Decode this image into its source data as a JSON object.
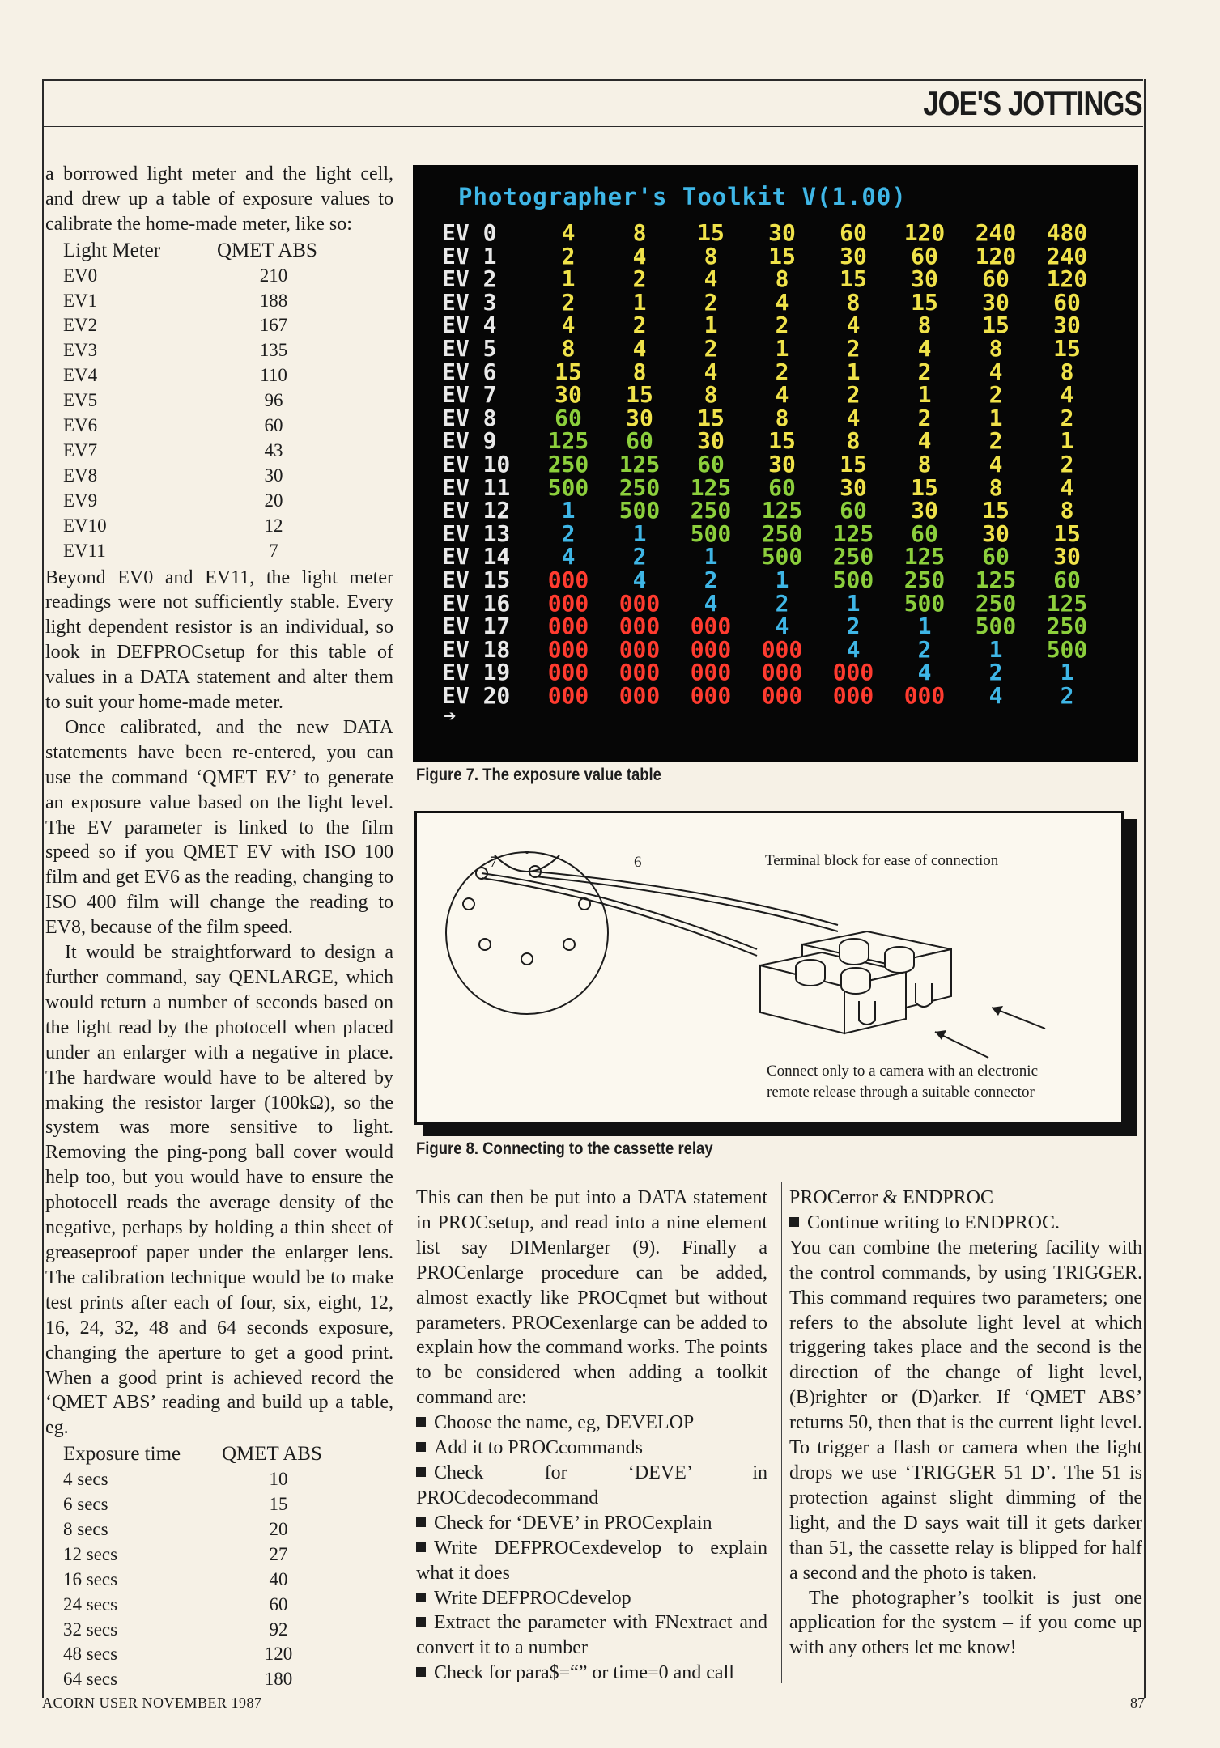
{
  "header": {
    "section_title": "JOE'S JOTTINGS"
  },
  "column1": {
    "intro": "a borrowed light meter and the light cell, and drew up a table of exposure values to calibrate the home-made meter, like so:",
    "calibration_table": {
      "headers": [
        "Light Meter",
        "QMET ABS"
      ],
      "rows": [
        [
          "EV0",
          "210"
        ],
        [
          "EV1",
          "188"
        ],
        [
          "EV2",
          "167"
        ],
        [
          "EV3",
          "135"
        ],
        [
          "EV4",
          "110"
        ],
        [
          "EV5",
          "96"
        ],
        [
          "EV6",
          "60"
        ],
        [
          "EV7",
          "43"
        ],
        [
          "EV8",
          "30"
        ],
        [
          "EV9",
          "20"
        ],
        [
          "EV10",
          "12"
        ],
        [
          "EV11",
          "7"
        ]
      ]
    },
    "para1": "Beyond EV0 and EV11, the light meter readings were not sufficiently stable. Every light dependent resistor is an individual, so look in DEFPROCsetup for this table of values in a DATA statement and alter them to suit your home-made meter.",
    "para2": "Once calibrated, and the new DATA statements have been re-entered, you can use the command ‘QMET EV’ to generate an exposure value based on the light level. The EV parameter is linked to the film speed so if you QMET EV with ISO 100 film and get EV6 as the reading, changing to ISO 400 film will change the reading to EV8, because of the film speed.",
    "para3": "It would be straightforward to design a further command, say QENLARGE, which would return a number of seconds based on the light read by the photocell when placed under an enlarger with a negative in place. The hardware would have to be altered by making the resistor larger (100kΩ), so the system was more sensitive to light. Removing the ping-pong ball cover would help too, but you would have to ensure the photocell reads the average density of the negative, perhaps by holding a thin sheet of greaseproof paper under the enlarger lens. The calibration technique would be to make test prints after each of four, six, eight, 12, 16, 24, 32, 48 and 64 seconds exposure, changing the aperture to get a good print. When a good print is achieved record the ‘QMET ABS’ reading and build up a table, eg.",
    "exposure_table": {
      "headers": [
        "Exposure time",
        "QMET ABS"
      ],
      "rows": [
        [
          "4 secs",
          "10"
        ],
        [
          "6 secs",
          "15"
        ],
        [
          "8 secs",
          "20"
        ],
        [
          "12 secs",
          "27"
        ],
        [
          "16 secs",
          "40"
        ],
        [
          "24 secs",
          "60"
        ],
        [
          "32 secs",
          "92"
        ],
        [
          "48 secs",
          "120"
        ],
        [
          "64 secs",
          "180"
        ]
      ]
    }
  },
  "figure7": {
    "screen_title": "Photographer's Toolkit V(1.00)",
    "prompt": "➔",
    "caption": "Figure 7. The exposure value table",
    "colors": {
      "white": "#e9e9e9",
      "yellow": "#f0e24a",
      "green": "#8ccf3c",
      "cyan": "#3fb6e6",
      "red": "#ff3b2f"
    },
    "rows": [
      {
        "ev": "EV 0",
        "cells": [
          [
            "4",
            "yellow"
          ],
          [
            "8",
            "yellow"
          ],
          [
            "15",
            "yellow"
          ],
          [
            "30",
            "yellow"
          ],
          [
            "60",
            "yellow"
          ],
          [
            "120",
            "yellow"
          ],
          [
            "240",
            "yellow"
          ],
          [
            "480",
            "yellow"
          ]
        ]
      },
      {
        "ev": "EV 1",
        "cells": [
          [
            "2",
            "yellow"
          ],
          [
            "4",
            "yellow"
          ],
          [
            "8",
            "yellow"
          ],
          [
            "15",
            "yellow"
          ],
          [
            "30",
            "yellow"
          ],
          [
            "60",
            "yellow"
          ],
          [
            "120",
            "yellow"
          ],
          [
            "240",
            "yellow"
          ]
        ]
      },
      {
        "ev": "EV 2",
        "cells": [
          [
            "1",
            "yellow"
          ],
          [
            "2",
            "yellow"
          ],
          [
            "4",
            "yellow"
          ],
          [
            "8",
            "yellow"
          ],
          [
            "15",
            "yellow"
          ],
          [
            "30",
            "yellow"
          ],
          [
            "60",
            "yellow"
          ],
          [
            "120",
            "yellow"
          ]
        ]
      },
      {
        "ev": "EV 3",
        "cells": [
          [
            "2",
            "yellow"
          ],
          [
            "1",
            "yellow"
          ],
          [
            "2",
            "yellow"
          ],
          [
            "4",
            "yellow"
          ],
          [
            "8",
            "yellow"
          ],
          [
            "15",
            "yellow"
          ],
          [
            "30",
            "yellow"
          ],
          [
            "60",
            "yellow"
          ]
        ]
      },
      {
        "ev": "EV 4",
        "cells": [
          [
            "4",
            "yellow"
          ],
          [
            "2",
            "yellow"
          ],
          [
            "1",
            "yellow"
          ],
          [
            "2",
            "yellow"
          ],
          [
            "4",
            "yellow"
          ],
          [
            "8",
            "yellow"
          ],
          [
            "15",
            "yellow"
          ],
          [
            "30",
            "yellow"
          ]
        ]
      },
      {
        "ev": "EV 5",
        "cells": [
          [
            "8",
            "yellow"
          ],
          [
            "4",
            "yellow"
          ],
          [
            "2",
            "yellow"
          ],
          [
            "1",
            "yellow"
          ],
          [
            "2",
            "yellow"
          ],
          [
            "4",
            "yellow"
          ],
          [
            "8",
            "yellow"
          ],
          [
            "15",
            "yellow"
          ]
        ]
      },
      {
        "ev": "EV 6",
        "cells": [
          [
            "15",
            "yellow"
          ],
          [
            "8",
            "yellow"
          ],
          [
            "4",
            "yellow"
          ],
          [
            "2",
            "yellow"
          ],
          [
            "1",
            "yellow"
          ],
          [
            "2",
            "yellow"
          ],
          [
            "4",
            "yellow"
          ],
          [
            "8",
            "yellow"
          ]
        ]
      },
      {
        "ev": "EV 7",
        "cells": [
          [
            "30",
            "yellow"
          ],
          [
            "15",
            "yellow"
          ],
          [
            "8",
            "yellow"
          ],
          [
            "4",
            "yellow"
          ],
          [
            "2",
            "yellow"
          ],
          [
            "1",
            "yellow"
          ],
          [
            "2",
            "yellow"
          ],
          [
            "4",
            "yellow"
          ]
        ]
      },
      {
        "ev": "EV 8",
        "cells": [
          [
            "60",
            "green"
          ],
          [
            "30",
            "yellow"
          ],
          [
            "15",
            "yellow"
          ],
          [
            "8",
            "yellow"
          ],
          [
            "4",
            "yellow"
          ],
          [
            "2",
            "yellow"
          ],
          [
            "1",
            "yellow"
          ],
          [
            "2",
            "yellow"
          ]
        ]
      },
      {
        "ev": "EV 9",
        "cells": [
          [
            "125",
            "green"
          ],
          [
            "60",
            "green"
          ],
          [
            "30",
            "yellow"
          ],
          [
            "15",
            "yellow"
          ],
          [
            "8",
            "yellow"
          ],
          [
            "4",
            "yellow"
          ],
          [
            "2",
            "yellow"
          ],
          [
            "1",
            "yellow"
          ]
        ]
      },
      {
        "ev": "EV 10",
        "cells": [
          [
            "250",
            "green"
          ],
          [
            "125",
            "green"
          ],
          [
            "60",
            "green"
          ],
          [
            "30",
            "yellow"
          ],
          [
            "15",
            "yellow"
          ],
          [
            "8",
            "yellow"
          ],
          [
            "4",
            "yellow"
          ],
          [
            "2",
            "yellow"
          ]
        ]
      },
      {
        "ev": "EV 11",
        "cells": [
          [
            "500",
            "green"
          ],
          [
            "250",
            "green"
          ],
          [
            "125",
            "green"
          ],
          [
            "60",
            "green"
          ],
          [
            "30",
            "yellow"
          ],
          [
            "15",
            "yellow"
          ],
          [
            "8",
            "yellow"
          ],
          [
            "4",
            "yellow"
          ]
        ]
      },
      {
        "ev": "EV 12",
        "cells": [
          [
            "1",
            "cyan"
          ],
          [
            "500",
            "green"
          ],
          [
            "250",
            "green"
          ],
          [
            "125",
            "green"
          ],
          [
            "60",
            "green"
          ],
          [
            "30",
            "yellow"
          ],
          [
            "15",
            "yellow"
          ],
          [
            "8",
            "yellow"
          ]
        ]
      },
      {
        "ev": "EV 13",
        "cells": [
          [
            "2",
            "cyan"
          ],
          [
            "1",
            "cyan"
          ],
          [
            "500",
            "green"
          ],
          [
            "250",
            "green"
          ],
          [
            "125",
            "green"
          ],
          [
            "60",
            "green"
          ],
          [
            "30",
            "yellow"
          ],
          [
            "15",
            "yellow"
          ]
        ]
      },
      {
        "ev": "EV 14",
        "cells": [
          [
            "4",
            "cyan"
          ],
          [
            "2",
            "cyan"
          ],
          [
            "1",
            "cyan"
          ],
          [
            "500",
            "green"
          ],
          [
            "250",
            "green"
          ],
          [
            "125",
            "green"
          ],
          [
            "60",
            "green"
          ],
          [
            "30",
            "yellow"
          ]
        ]
      },
      {
        "ev": "EV 15",
        "cells": [
          [
            "000",
            "red"
          ],
          [
            "4",
            "cyan"
          ],
          [
            "2",
            "cyan"
          ],
          [
            "1",
            "cyan"
          ],
          [
            "500",
            "green"
          ],
          [
            "250",
            "green"
          ],
          [
            "125",
            "green"
          ],
          [
            "60",
            "green"
          ]
        ]
      },
      {
        "ev": "EV 16",
        "cells": [
          [
            "000",
            "red"
          ],
          [
            "000",
            "red"
          ],
          [
            "4",
            "cyan"
          ],
          [
            "2",
            "cyan"
          ],
          [
            "1",
            "cyan"
          ],
          [
            "500",
            "green"
          ],
          [
            "250",
            "green"
          ],
          [
            "125",
            "green"
          ]
        ]
      },
      {
        "ev": "EV 17",
        "cells": [
          [
            "000",
            "red"
          ],
          [
            "000",
            "red"
          ],
          [
            "000",
            "red"
          ],
          [
            "4",
            "cyan"
          ],
          [
            "2",
            "cyan"
          ],
          [
            "1",
            "cyan"
          ],
          [
            "500",
            "green"
          ],
          [
            "250",
            "green"
          ]
        ]
      },
      {
        "ev": "EV 18",
        "cells": [
          [
            "000",
            "red"
          ],
          [
            "000",
            "red"
          ],
          [
            "000",
            "red"
          ],
          [
            "000",
            "red"
          ],
          [
            "4",
            "cyan"
          ],
          [
            "2",
            "cyan"
          ],
          [
            "1",
            "cyan"
          ],
          [
            "500",
            "green"
          ]
        ]
      },
      {
        "ev": "EV 19",
        "cells": [
          [
            "000",
            "red"
          ],
          [
            "000",
            "red"
          ],
          [
            "000",
            "red"
          ],
          [
            "000",
            "red"
          ],
          [
            "000",
            "red"
          ],
          [
            "4",
            "cyan"
          ],
          [
            "2",
            "cyan"
          ],
          [
            "1",
            "cyan"
          ]
        ]
      },
      {
        "ev": "EV 20",
        "cells": [
          [
            "000",
            "red"
          ],
          [
            "000",
            "red"
          ],
          [
            "000",
            "red"
          ],
          [
            "000",
            "red"
          ],
          [
            "000",
            "red"
          ],
          [
            "000",
            "red"
          ],
          [
            "4",
            "cyan"
          ],
          [
            "2",
            "cyan"
          ]
        ]
      }
    ]
  },
  "figure8": {
    "pin_label_7": "7",
    "pin_label_6": "6",
    "terminal_label": "Terminal block for ease of connection",
    "connect_line1": "Connect only to a camera with an electronic",
    "connect_line2": "remote release through a suitable connector",
    "caption": "Figure 8. Connecting to the cassette relay"
  },
  "column2": {
    "intro": "This can then be put into a DATA statement in PROCsetup, and read into a nine element list say DIMenlarger (9). Finally a PROCenlarge procedure can be added, almost exactly like PROCqmet but without parameters. PROCexenlarge can be added to explain how the command works. The points to be considered when adding a toolkit command are:",
    "bullets": [
      "Choose the name, eg, DEVELOP",
      "Add it to PROCcommands",
      "Check for ‘DEVE’ in PROCdecodecommand",
      "Check for ‘DEVE’ in PROCexplain",
      "Write DEFPROCexdevelop to explain what it does",
      "Write DEFPROCdevelop",
      "Extract the parameter with FNextract and convert it to a number",
      "Check for para$=“” or time=0 and call"
    ]
  },
  "column3": {
    "line1": "PROCerror & ENDPROC",
    "bullet": "Continue writing to ENDPROC.",
    "para1": "You can combine the metering facility with the control commands, by using TRIGGER. This command requires two parameters; one refers to the absolute light level at which triggering takes place and the second is the direction of the change of light level, (B)righter or (D)arker. If ‘QMET ABS’ returns 50, then that is the current light level. To trigger a flash or camera when the light drops we use ‘TRIGGER 51 D’. The 51 is protection against slight dimming of the light, and the D says wait till it gets darker than 51, the cassette relay is blipped for half a second and the photo is taken.",
    "para2": "The photographer’s toolkit is just one application for the system – if you come up with any others let me know!"
  },
  "footer": {
    "publication": "ACORN USER NOVEMBER 1987",
    "page_number": "87"
  }
}
